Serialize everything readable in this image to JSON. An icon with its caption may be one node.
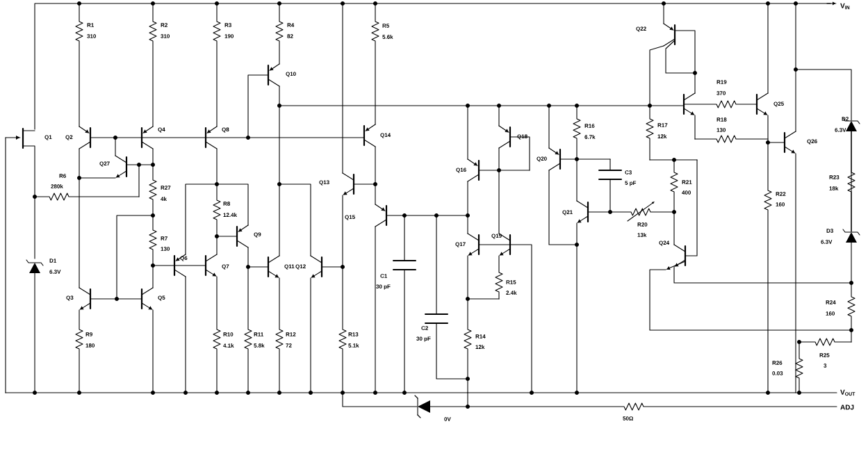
{
  "diagram": {
    "labels": [
      "V$_{IN}$",
      "R1",
      "310",
      "R2",
      "310",
      "R3",
      "190",
      "R4",
      "82",
      "R5",
      "5.6k",
      "Q22",
      "Q10",
      "R19",
      "370",
      "Q25",
      "R17",
      "12k",
      "R16",
      "6.7k",
      "R18",
      "130",
      "D2",
      "6.3V",
      "Q1",
      "Q2",
      "Q4",
      "Q8",
      "Q14",
      "Q18",
      "Q26",
      "Q20",
      "Q27",
      "Q16",
      "C3",
      "5 pF",
      "R23",
      "18k",
      "R21",
      "400",
      "Q13",
      "R6",
      "280k",
      "R27",
      "4k",
      "R8",
      "12.4k",
      "R22",
      "160",
      "Q15",
      "Q21",
      "R20",
      "13k",
      "Q9",
      "D3",
      "6.3V",
      "R7",
      "130",
      "Q17",
      "Q19",
      "Q24",
      "D1",
      "6.3V",
      "Q6",
      "Q7",
      "Q11",
      "Q12",
      "C1",
      "30 pF",
      "R15",
      "2.4k",
      "Q3",
      "Q5",
      "R24",
      "160",
      "C2",
      "30 pF",
      "R9",
      "180",
      "R10",
      "4.1k",
      "R11",
      "5.8k",
      "R12",
      "72",
      "R13",
      "5.1k",
      "R14",
      "12k",
      "R25",
      "3",
      "R26",
      "0.03",
      "V$_{OUT}$",
      "ADJ",
      "0V",
      "50Ω"
    ]
  }
}
